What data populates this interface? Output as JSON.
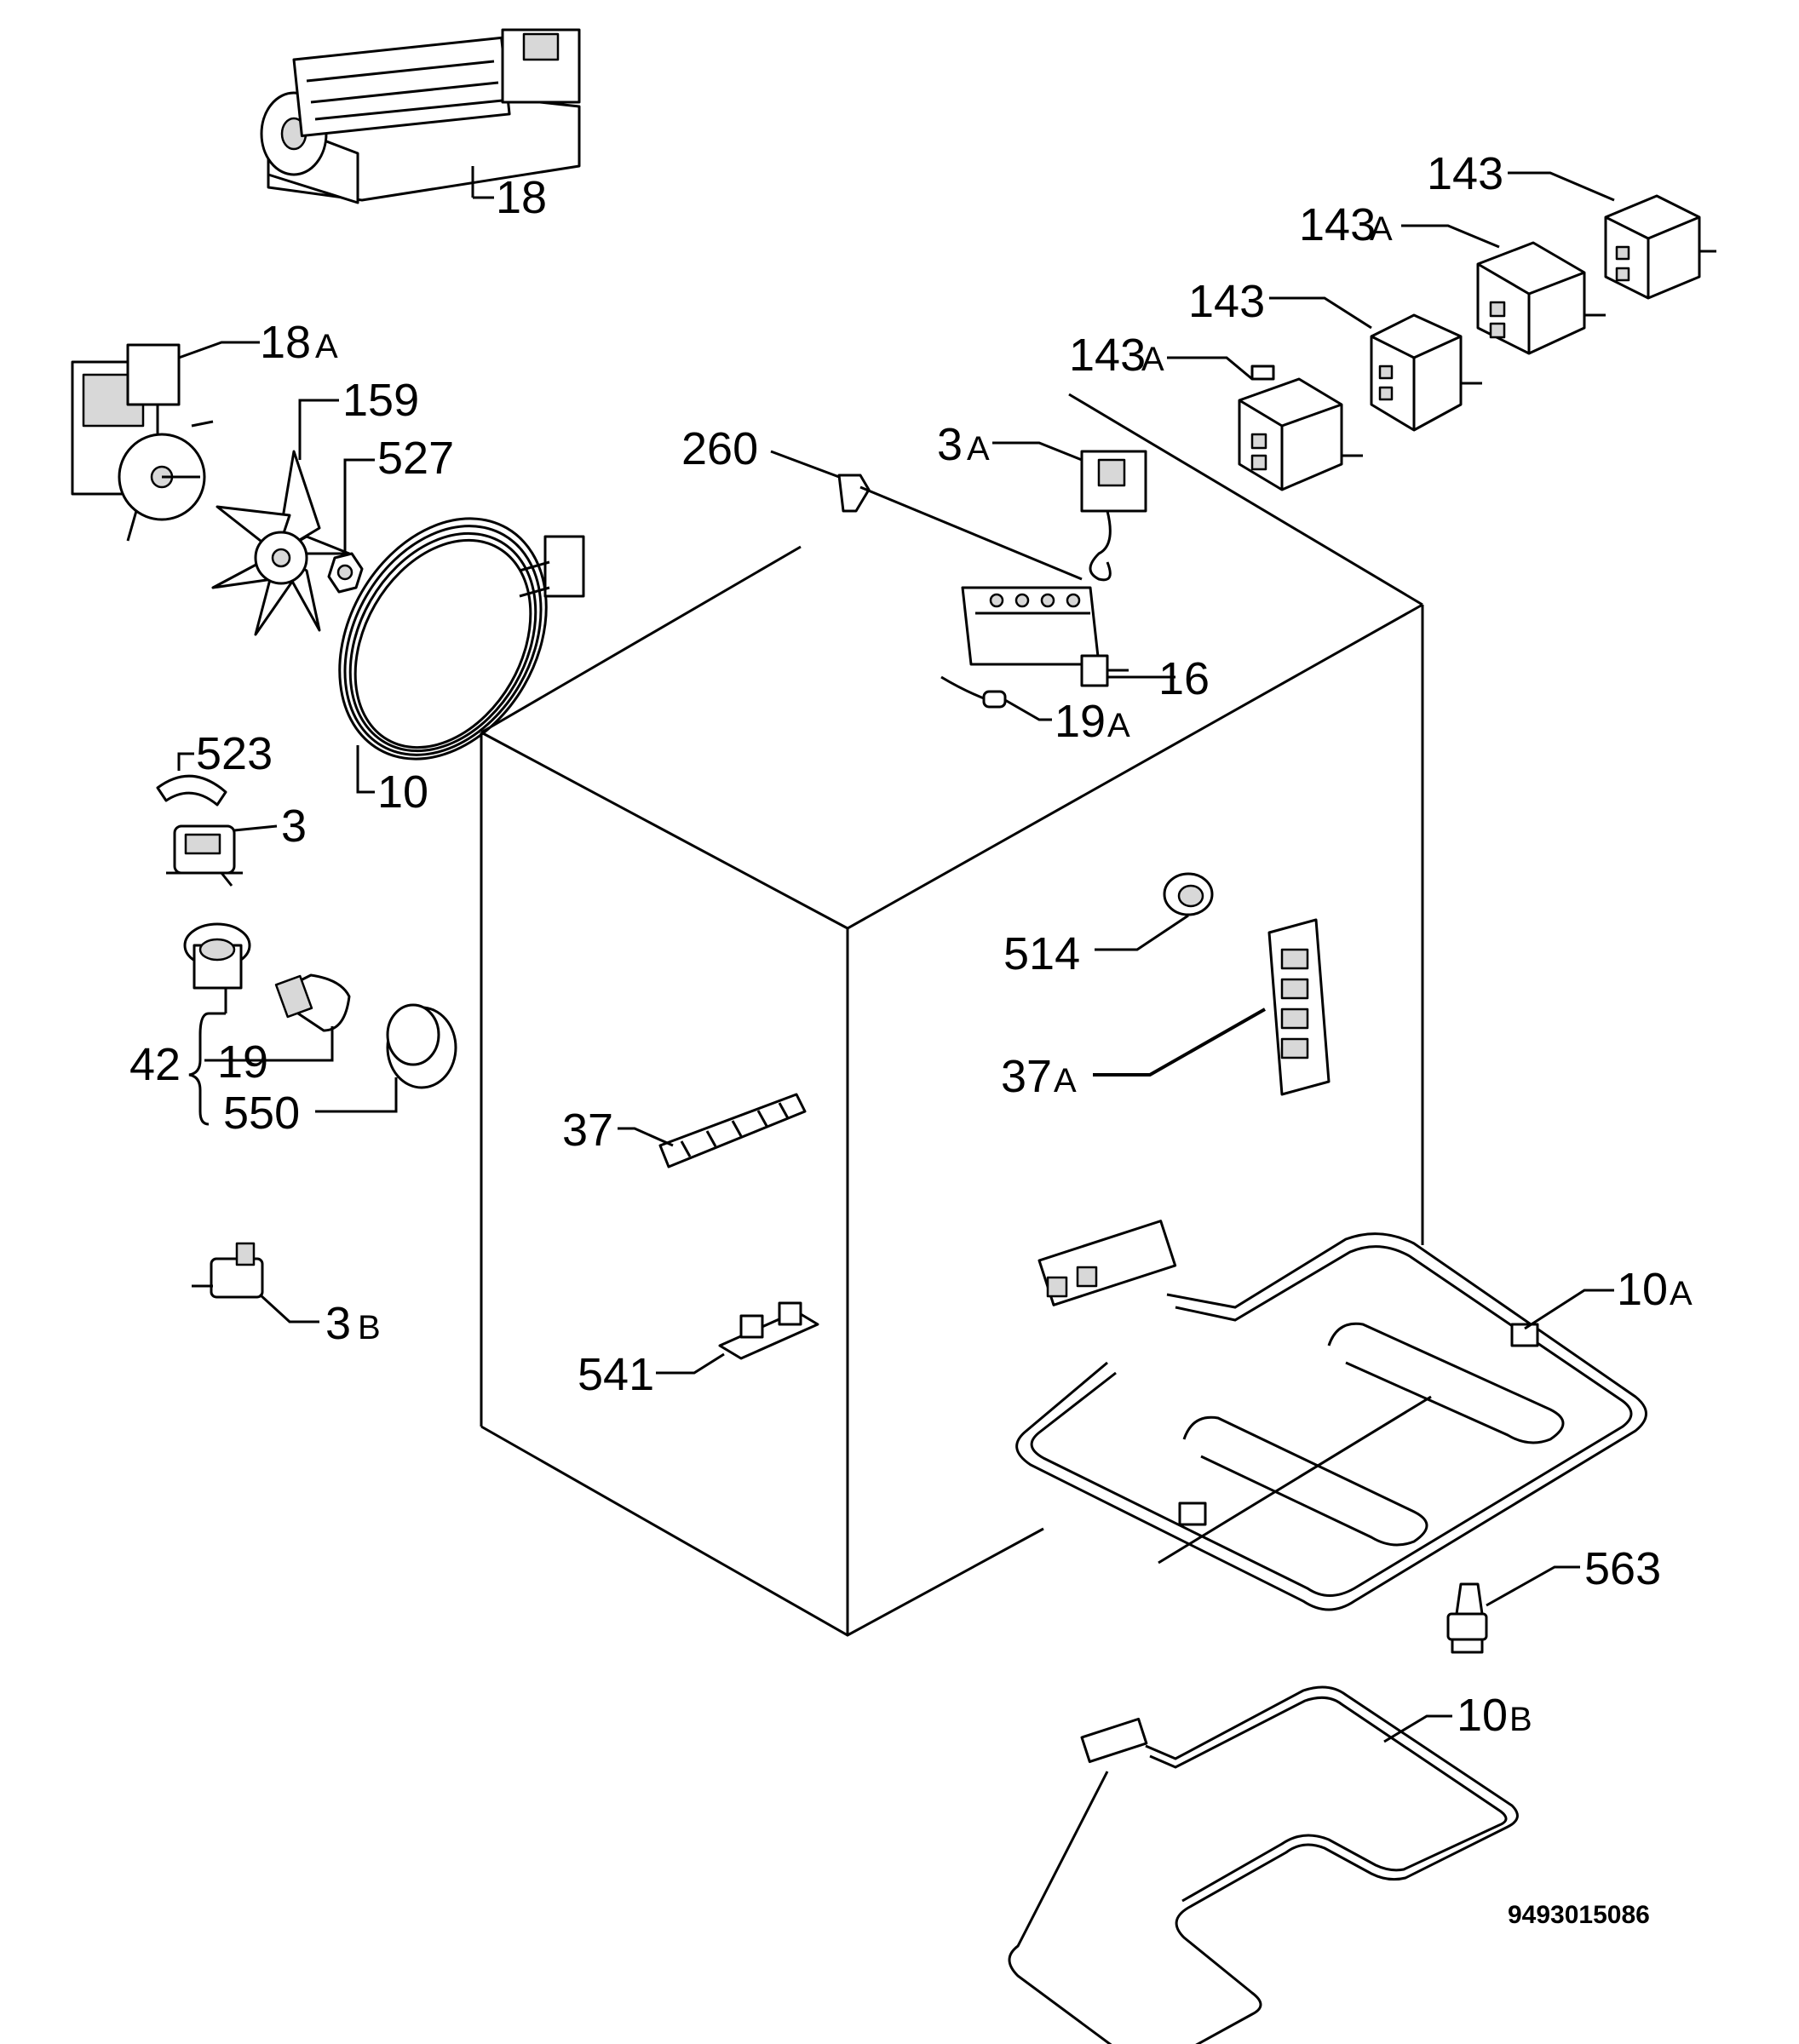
{
  "diagram": {
    "document_number": "9493015086",
    "labels": {
      "l18": "18",
      "l18A_num": "18",
      "l18A_suf": "A",
      "l159": "159",
      "l527": "527",
      "l143_top": "143",
      "l143A_top_num": "143",
      "l143A_top_suf": "A",
      "l143_mid": "143",
      "l143A_mid_num": "143",
      "l143A_mid_suf": "A",
      "l260": "260",
      "l3A_num": "3",
      "l3A_suf": "A",
      "l16": "16",
      "l19A_num": "19",
      "l19A_suf": "A",
      "l10": "10",
      "l523": "523",
      "l3": "3",
      "l514": "514",
      "l42": "42",
      "l19": "19",
      "l550": "550",
      "l37A_num": "37",
      "l37A_suf": "A",
      "l37": "37",
      "l3B_num": "3",
      "l3B_suf": "B",
      "l10A_num": "10",
      "l10A_suf": "A",
      "l541": "541",
      "l563": "563",
      "l10B_num": "10",
      "l10B_suf": "B"
    }
  }
}
